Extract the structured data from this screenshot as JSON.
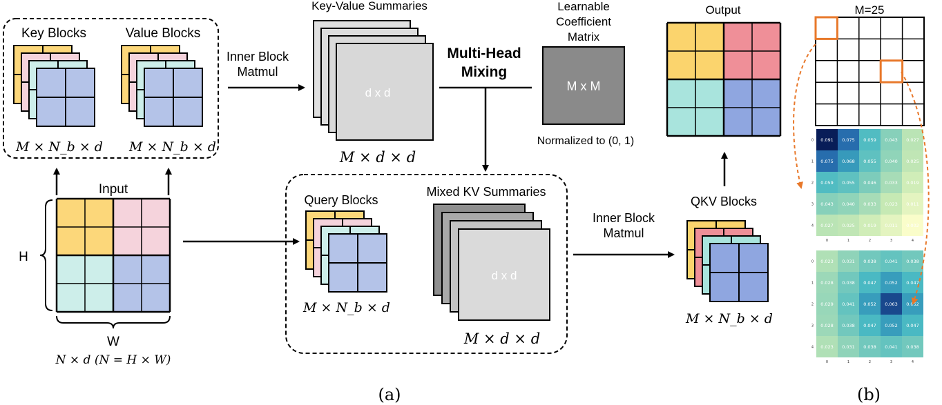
{
  "panel_a": {
    "key_blocks_label": "Key Blocks",
    "value_blocks_label": "Value Blocks",
    "key_shape": "M × N_b × d",
    "value_shape": "M × N_b × d",
    "input_label": "Input",
    "h_label": "H",
    "w_label": "W",
    "input_shape": "N × d  (N = H × W)",
    "inner_block_matmul_1": [
      "Inner Block",
      "Matmul"
    ],
    "kv_summaries_label": "Key-Value Summaries",
    "kv_inner": "d x d",
    "kv_shape": "M × d × d",
    "multi_head_mixing": [
      "Multi-Head",
      "Mixing"
    ],
    "coef_label": [
      "Learnable",
      "Coefficient",
      "Matrix"
    ],
    "coef_inner": "M x M",
    "normalized": "Normalized to (0, 1)",
    "query_blocks_label": "Query Blocks",
    "query_shape": "M × N_b × d",
    "mixed_kv_label": "Mixed KV Summaries",
    "mixed_inner": "d x d",
    "mixed_shape": "M × d × d",
    "inner_block_matmul_2": [
      "Inner Block",
      "Matmul"
    ],
    "qkv_blocks_label": "QKV Blocks",
    "qkv_shape": "M × N_b × d",
    "output_label": "Output",
    "caption": "(a)"
  },
  "panel_b": {
    "grid_label": "M=25",
    "heatmap1": [
      [
        "0.091",
        "0.075",
        "0.059",
        "0.043",
        "0.027"
      ],
      [
        "0.075",
        "0.068",
        "0.055",
        "0.040",
        "0.025"
      ],
      [
        "0.059",
        "0.055",
        "0.046",
        "0.033",
        "0.019"
      ],
      [
        "0.043",
        "0.040",
        "0.033",
        "0.023",
        "0.011"
      ],
      [
        "0.027",
        "0.025",
        "0.019",
        "0.011",
        "0.002"
      ]
    ],
    "heatmap2": [
      [
        "0.023",
        "0.031",
        "0.038",
        "0.041",
        "0.038"
      ],
      [
        "0.028",
        "0.038",
        "0.047",
        "0.052",
        "0.047"
      ],
      [
        "0.029",
        "0.041",
        "0.052",
        "0.063",
        "0.052"
      ],
      [
        "0.028",
        "0.038",
        "0.047",
        "0.052",
        "0.047"
      ],
      [
        "0.023",
        "0.031",
        "0.038",
        "0.041",
        "0.038"
      ]
    ],
    "ticks": [
      "0",
      "1",
      "2",
      "3",
      "4"
    ],
    "caption": "(b)"
  },
  "colors": {
    "yellow": "#fcd77a",
    "pink": "#f5d3dc",
    "cyan": "#cdeeea",
    "blue": "#b4c3e8",
    "out_yellow": "#fbd46d",
    "out_pink": "#ef8f98",
    "out_cyan": "#a9e4dd",
    "out_blue": "#8fa6e0",
    "orange": "#e8782a"
  }
}
